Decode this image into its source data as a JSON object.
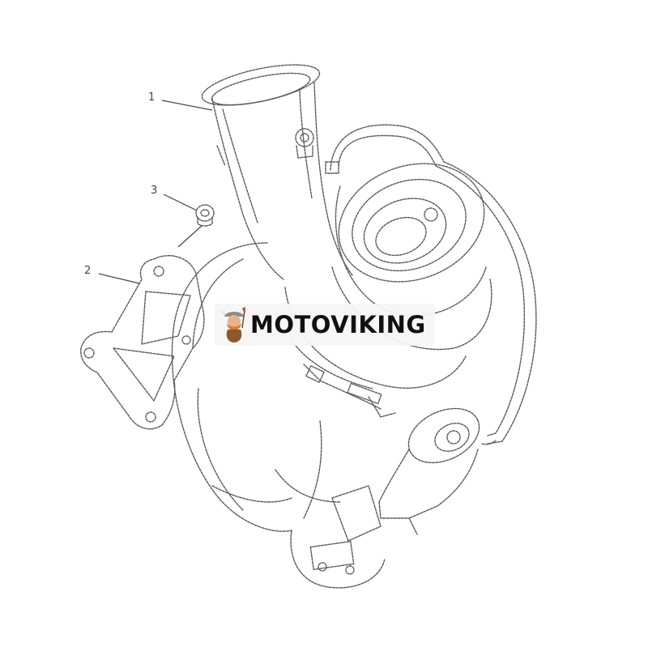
{
  "callouts": [
    {
      "number": "1",
      "part": "turbocharger"
    },
    {
      "number": "2",
      "part": "exhaust-flange-gasket"
    },
    {
      "number": "3",
      "part": "nut"
    }
  ],
  "watermark": {
    "text": "MOTOVIKING",
    "logo": "viking-mascot-icon"
  },
  "colors": {
    "line": "#5a5a5a",
    "background": "#ffffff",
    "logo_orange": "#d27c2c",
    "logo_red": "#c0392b"
  }
}
